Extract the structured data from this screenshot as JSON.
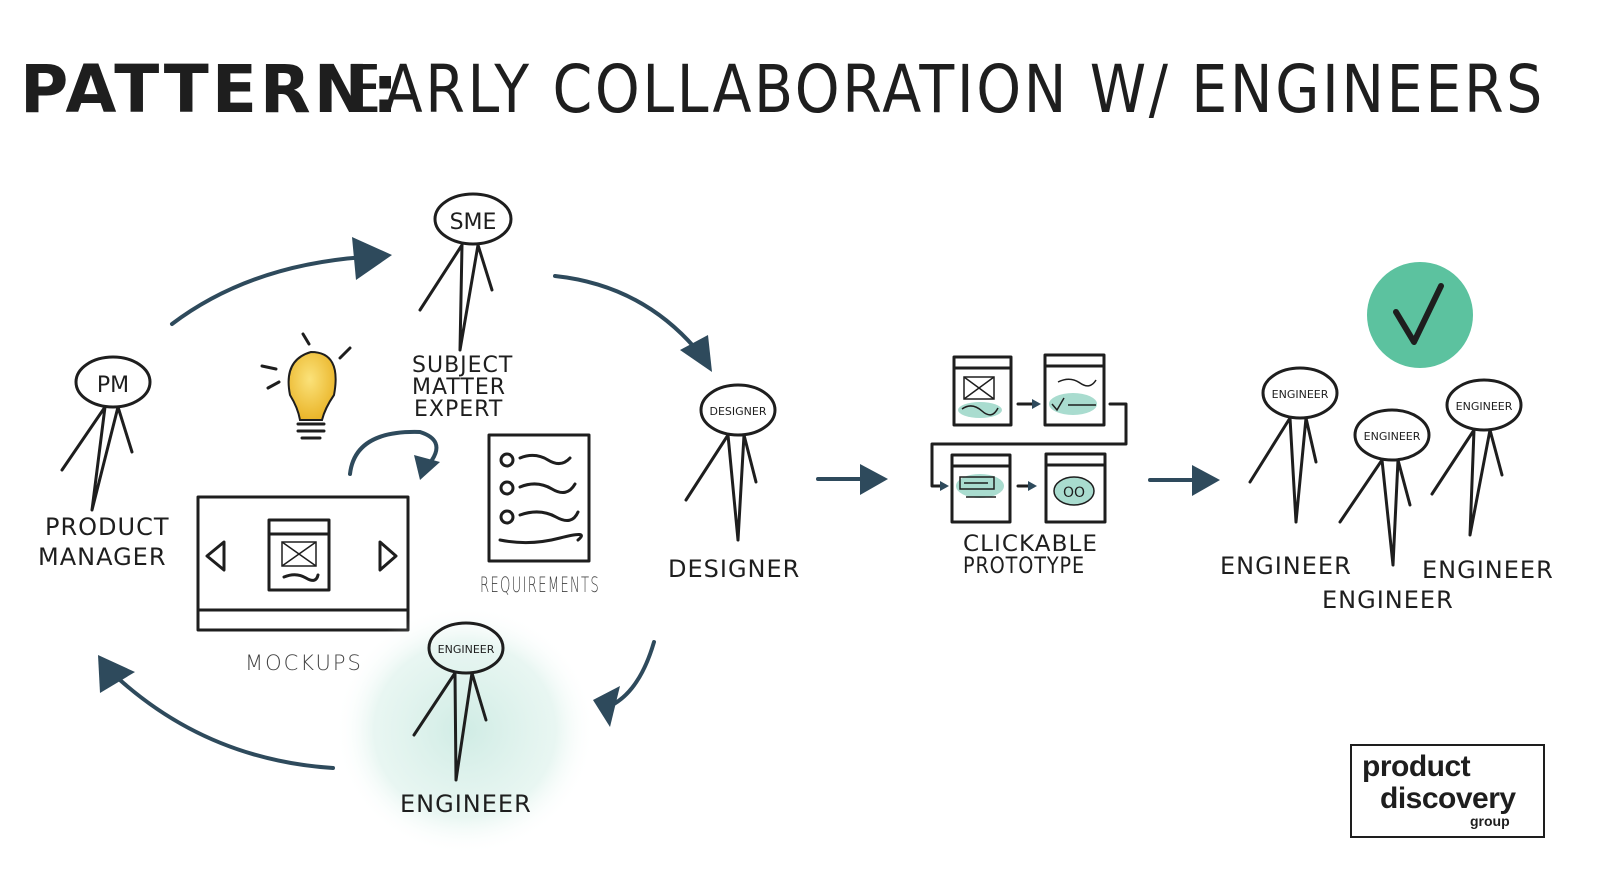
{
  "title": {
    "prefix": "PATTERN:",
    "main": "EARLY COLLABORATION W/ ENGINEERS"
  },
  "figures": {
    "pm": {
      "head": "PM",
      "label_line1": "PRODUCT",
      "label_line2": "MANAGER"
    },
    "sme": {
      "head": "SME",
      "label_line1": "SUBJECT",
      "label_line2": "MATTER",
      "label_line3": "EXPERT"
    },
    "designer": {
      "head": "DESIGNER",
      "label": "DESIGNER"
    },
    "engineer_loop": {
      "head": "ENGINEER",
      "label": "ENGINEER"
    },
    "engineer_1": {
      "head": "ENGINEER",
      "label": "ENGINEER"
    },
    "engineer_2": {
      "head": "ENGINEER",
      "label": "ENGINEER"
    },
    "engineer_3": {
      "head": "ENGINEER",
      "label": "ENGINEER"
    }
  },
  "artifacts": {
    "mockups": "MOCKUPS",
    "requirements": "REQUIREMENTS",
    "prototype_line1": "CLICKABLE",
    "prototype_line2": "PROTOTYPE",
    "prototype_screen_text": "OO"
  },
  "logo": {
    "line1": "product",
    "line2": "discovery",
    "line3": "group"
  },
  "colors": {
    "ink": "#1e1e1e",
    "arrow": "#2e4a5c",
    "teal_wash": "#a9dccf",
    "check_circle": "#5cc29f",
    "bulb": "#f2c531"
  }
}
